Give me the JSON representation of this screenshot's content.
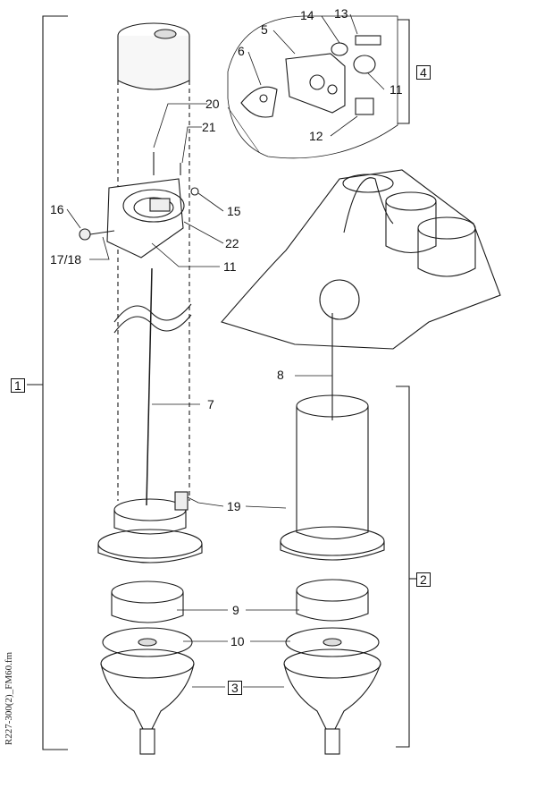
{
  "callouts": {
    "c1": "1",
    "c2": "2",
    "c3": "3",
    "c4": "4",
    "c5": "5",
    "c6": "6",
    "c7": "7",
    "c8": "8",
    "c9": "9",
    "c10": "10",
    "c11a": "11",
    "c11b": "11",
    "c12": "12",
    "c13": "13",
    "c14": "14",
    "c15": "15",
    "c16": "16",
    "c1718": "17/18",
    "c19": "19",
    "c20": "20",
    "c21": "21",
    "c22": "22"
  },
  "side_text": "R227-300(2)_FM60.fm",
  "stroke_color": "#1a1a1a"
}
